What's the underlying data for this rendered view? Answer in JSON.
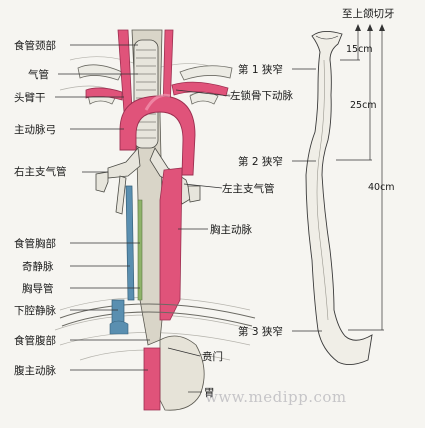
{
  "labels": {
    "esophagus_cervical": "食管颈部",
    "trachea": "气管",
    "brachiocephalic_trunk": "头臂干",
    "left_subclavian_artery": "左锁骨下动脉",
    "aortic_arch": "主动脉弓",
    "right_main_bronchus": "右主支气管",
    "left_main_bronchus": "左主支气管",
    "thoracic_aorta": "胸主动脉",
    "esophagus_thoracic": "食管胸部",
    "azygos_vein": "奇静脉",
    "thoracic_duct": "胸导管",
    "inferior_vena_cava": "下腔静脉",
    "esophagus_abdominal": "食管腹部",
    "cardia": "贲门",
    "abdominal_aorta": "腹主动脉",
    "stomach": "胃",
    "to_upper_incisors": "至上颌切牙",
    "stricture_1": "第 1 狭窄",
    "stricture_2": "第 2 狭窄",
    "stricture_3": "第 3 狭窄",
    "dist_15": "15cm",
    "dist_25": "25cm",
    "dist_40": "40cm"
  },
  "watermark": "www.medipp.com",
  "colors": {
    "artery": "#e0537a",
    "artery_dark": "#b83a5e",
    "vein": "#5a8fb0",
    "esophagus": "#e9e6dc",
    "outline": "#3a3a3a",
    "background": "#f6f5f1"
  }
}
